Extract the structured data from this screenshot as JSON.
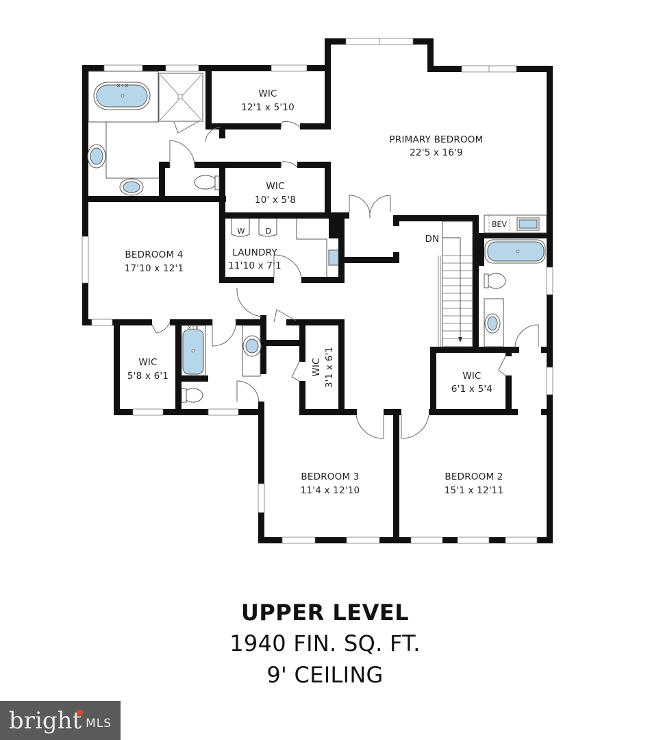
{
  "floor_plan": {
    "level_title": "UPPER LEVEL",
    "area": "1940 FIN. SQ. FT.",
    "ceiling": "9' CEILING",
    "rooms": {
      "primary_bedroom": {
        "name": "PRIMARY BEDROOM",
        "dims": "22'5 x 16'9"
      },
      "wic_primary_1": {
        "name": "WIC",
        "dims": "12'1 x 5'10"
      },
      "wic_primary_2": {
        "name": "WIC",
        "dims": "10' x 5'8"
      },
      "laundry": {
        "name": "LAUNDRY",
        "dims": "11'10 x 7'1"
      },
      "bedroom_4": {
        "name": "BEDROOM 4",
        "dims": "17'10 x 12'1"
      },
      "wic_bedroom_4": {
        "name": "WIC",
        "dims": "5'8 x 6'1"
      },
      "wic_hall": {
        "name": "WIC",
        "dims": "3'1 x 6'1"
      },
      "wic_bedroom_2": {
        "name": "WIC",
        "dims": "6'1 x 5'4"
      },
      "bedroom_3": {
        "name": "BEDROOM 3",
        "dims": "11'4 x 12'10"
      },
      "bedroom_2": {
        "name": "BEDROOM 2",
        "dims": "15'1 x 12'11"
      }
    },
    "fixtures": {
      "washer": "W",
      "dryer": "D",
      "beverage": "BEV",
      "stairs_direction": "DN"
    }
  },
  "logo": {
    "brand": "bright",
    "suffix": "MLS"
  }
}
